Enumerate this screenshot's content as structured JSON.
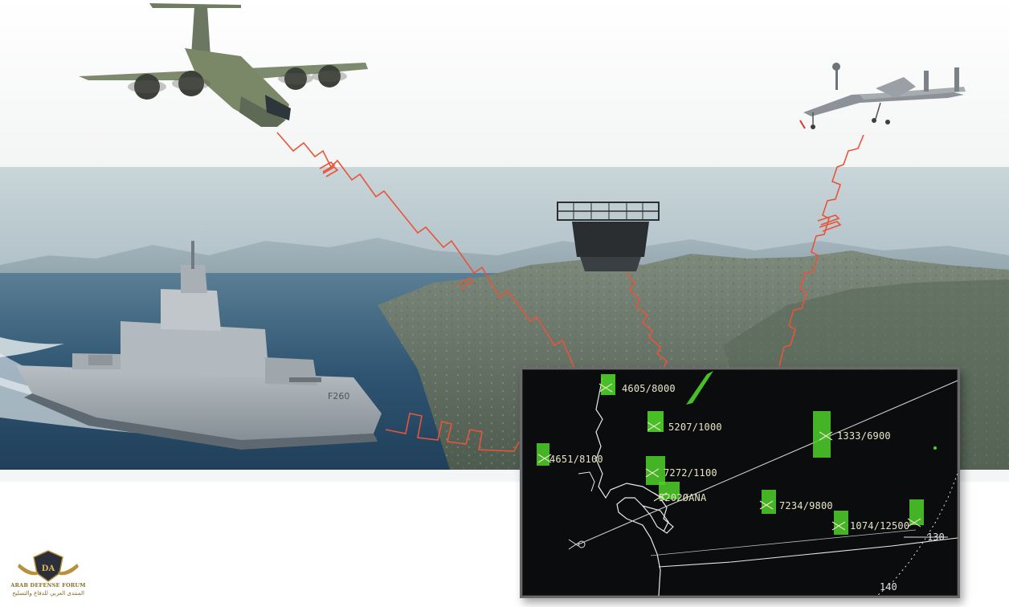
{
  "radar_display": {
    "tracks": [
      {
        "label": "4605/8000"
      },
      {
        "label": "5207/1000"
      },
      {
        "label": "1333/6900"
      },
      {
        "label": "4651/8100"
      },
      {
        "label": "7272/1100"
      },
      {
        "label": "5202ØANA"
      },
      {
        "label": "7234/9800"
      },
      {
        "label": "1074/12500"
      }
    ],
    "range_rings": [
      "130",
      "140"
    ],
    "colors": {
      "background": "#0b0c0d",
      "plots": "#4fd12a",
      "coastline": "#e8e8e8",
      "labels": "#e9e6c8"
    }
  },
  "scene": {
    "datalink_color": "#e8543a",
    "icons": [
      "transport-aircraft-icon",
      "uav-icon",
      "ground-radar-icon",
      "corvette-ship-icon"
    ]
  },
  "logo": {
    "initials": "DA",
    "title": "ARAB DEFENSE FORUM",
    "subtitle": "المنتدى العربي للدفاع والتسليح"
  }
}
